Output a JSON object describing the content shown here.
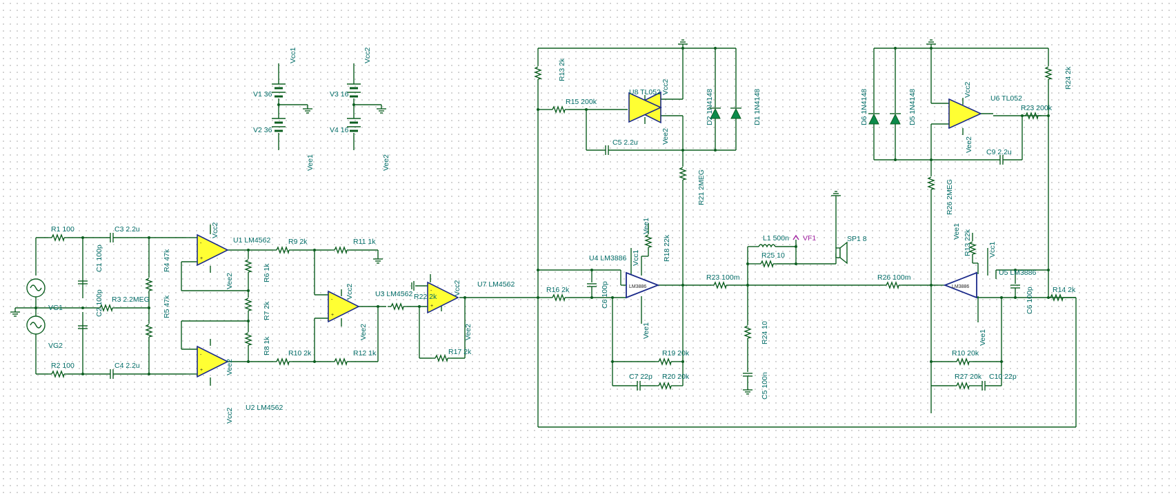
{
  "components": {
    "V1": "V1 36",
    "V2": "V2 36",
    "V3": "V3 16",
    "V4": "V4 16",
    "R1": "R1 100",
    "R2": "R2 100",
    "R3": "R3 2.2MEG",
    "R4": "R4 47k",
    "R5": "R5 47k",
    "R6": "R6 1k",
    "R7": "R7 2k",
    "R8": "R8 1k",
    "R9": "R9 2k",
    "R10": "R10 2k",
    "R11": "R11 1k",
    "R12": "R12 1k",
    "R22": "R22 2k",
    "R17": "R17 2k",
    "R16": "R16 2k",
    "R15": "R15 200k",
    "R13a": "R13 2k",
    "R21": "R21 2MEG",
    "R18": "R18 22k",
    "R19": "R19 20k",
    "R20": "R20 20k",
    "R23a": "R23 100m",
    "R24a": "R24 10",
    "R25": "R25 10",
    "R26a": "R26 100m",
    "R23b": "R23 200k",
    "R24b": "R24 2k",
    "R26b": "R26 2MEG",
    "R13b": "R13 22k",
    "R14": "R14 2k",
    "R10b": "R10 20k",
    "R27": "R27 20k",
    "C1": "C1 100p",
    "C2": "C2 100p",
    "C3": "C3 2.2u",
    "C4": "C4 2.2u",
    "C5a": "C5 2.2u",
    "C6a": "C6 100p",
    "C7": "C7 22p",
    "C5b": "C5 100n",
    "C9": "C9 2.2u",
    "C6b": "C6 100p",
    "C10": "C10 22p",
    "U1": "U1 LM4562",
    "U2": "U2 LM4562",
    "U3": "U3 LM4562",
    "U7": "U7 LM4562",
    "U8": "U8 TL052",
    "U6": "U6 TL052",
    "U4": "U4 LM3886",
    "U5": "U5 LM3886",
    "D1": "D1 1N4148",
    "D2": "D2 1N4148",
    "D5": "D5 1N4148",
    "D6": "D6 1N4148",
    "L1": "L1 500n",
    "SP1": "SP1 8",
    "VF1": "VF1",
    "VG1": "VG1",
    "VG2": "VG2"
  },
  "nets": {
    "vcc1": "Vcc1",
    "vcc2": "Vcc2",
    "vee1": "Vee1",
    "vee2": "Vee2"
  },
  "chip": "LM3886",
  "colors": {
    "wire": "#0b5e1f",
    "label": "#006b66",
    "opamp": "#ffff33",
    "probe": "#a020a0"
  }
}
